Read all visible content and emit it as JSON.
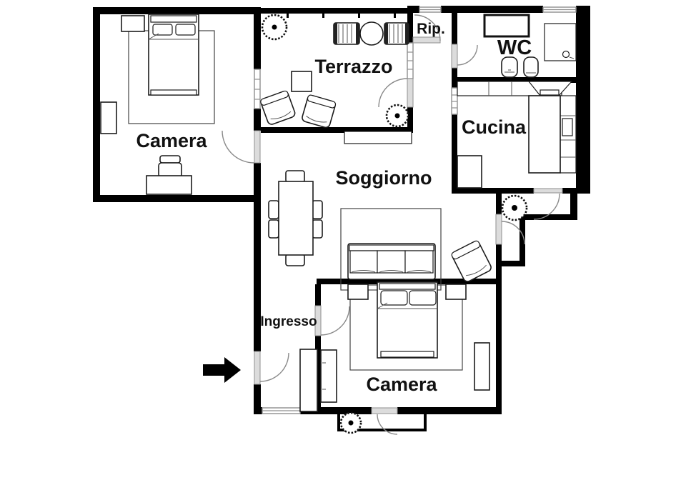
{
  "plan": {
    "background": "#ffffff",
    "wall_color": "#000000",
    "window_color": "#8f8f8f",
    "door_arc_color": "#8a8a8a",
    "rooms": [
      {
        "id": "camera-1",
        "label": "Camera",
        "furniture": [
          "single-bed",
          "nightstand",
          "rug",
          "dresser",
          "desk",
          "chair"
        ]
      },
      {
        "id": "terrazzo",
        "label": "Terrazzo",
        "furniture": [
          "plant",
          "sun-lounger",
          "round-table",
          "sun-lounger",
          "side-table",
          "armchair",
          "armchair",
          "plant"
        ]
      },
      {
        "id": "rip",
        "label": "Rip.",
        "furniture": []
      },
      {
        "id": "wc",
        "label": "WC",
        "furniture": [
          "bathtub",
          "shower",
          "toilet",
          "bidet"
        ]
      },
      {
        "id": "cucina",
        "label": "Cucina",
        "furniture": [
          "kitchen-counter",
          "range-hood",
          "kitchen-island",
          "cabinet"
        ]
      },
      {
        "id": "soggiorno",
        "label": "Soggiorno",
        "furniture": [
          "sideboard",
          "dining-table",
          "dining-chair",
          "rug",
          "sofa",
          "armchair"
        ]
      },
      {
        "id": "ingresso",
        "label": "Ingresso",
        "furniture": [
          "wardrobe"
        ]
      },
      {
        "id": "camera-2",
        "label": "Camera",
        "furniture": [
          "double-bed",
          "nightstand",
          "nightstand",
          "rug",
          "wardrobe",
          "dresser"
        ]
      }
    ],
    "outdoor_items": [
      "corridor-plant",
      "balcony-plant"
    ],
    "entrance_arrow": {
      "direction": "right"
    }
  }
}
